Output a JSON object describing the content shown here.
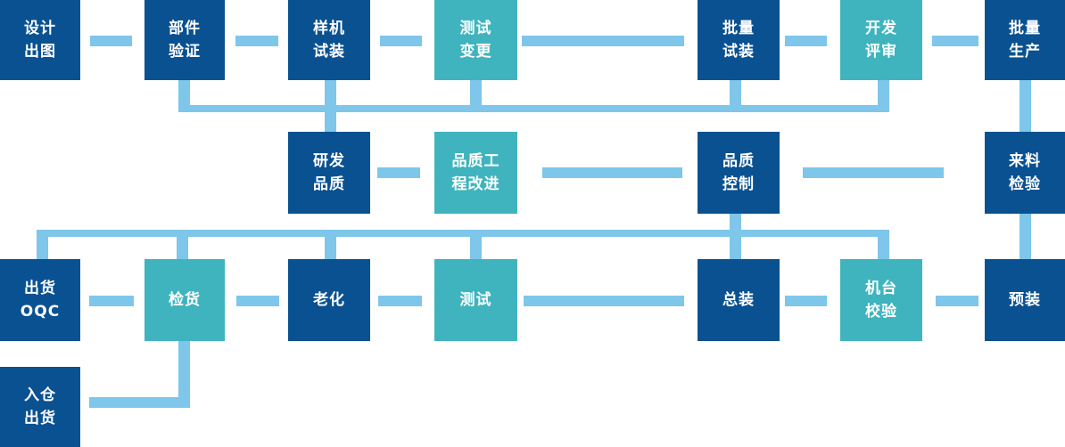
{
  "diagram": {
    "name": "production-process-flowchart",
    "background": "#ffffff"
  },
  "colors": {
    "primary": "#0a5191",
    "accent": "#3fb4be",
    "connector": "#7ec6ea",
    "text": "#ffffff",
    "background": "#ffffff"
  },
  "nodes": [
    {
      "id": "design-drawing",
      "label": "设计\n出图",
      "type": "primary"
    },
    {
      "id": "component-verification",
      "label": "部件\n验证",
      "type": "primary"
    },
    {
      "id": "prototype-trial-assembly",
      "label": "样机\n试装",
      "type": "primary"
    },
    {
      "id": "test-change",
      "label": "测试\n变更",
      "type": "accent"
    },
    {
      "id": "batch-trial-assembly",
      "label": "批量\n试装",
      "type": "primary"
    },
    {
      "id": "development-review",
      "label": "开发\n评审",
      "type": "accent"
    },
    {
      "id": "mass-production",
      "label": "批量\n生产",
      "type": "primary"
    },
    {
      "id": "rd-quality",
      "label": "研发\n品质",
      "type": "primary"
    },
    {
      "id": "quality-engineering-improvement",
      "label": "品质工\n程改进",
      "type": "accent"
    },
    {
      "id": "quality-control",
      "label": "品质\n控制",
      "type": "primary"
    },
    {
      "id": "incoming-material-inspection",
      "label": "来料\n检验",
      "type": "primary"
    },
    {
      "id": "shipping-oqc",
      "label": "出货\nOQC",
      "type": "primary"
    },
    {
      "id": "goods-inspection",
      "label": "检货",
      "type": "accent"
    },
    {
      "id": "aging",
      "label": "老化",
      "type": "primary"
    },
    {
      "id": "testing",
      "label": "测试",
      "type": "accent"
    },
    {
      "id": "final-assembly",
      "label": "总装",
      "type": "primary"
    },
    {
      "id": "machine-calibration",
      "label": "机台\n校验",
      "type": "accent"
    },
    {
      "id": "pre-assembly",
      "label": "预装",
      "type": "primary"
    },
    {
      "id": "warehouse-in-ship-out",
      "label": "入仓\n出货",
      "type": "primary"
    }
  ]
}
